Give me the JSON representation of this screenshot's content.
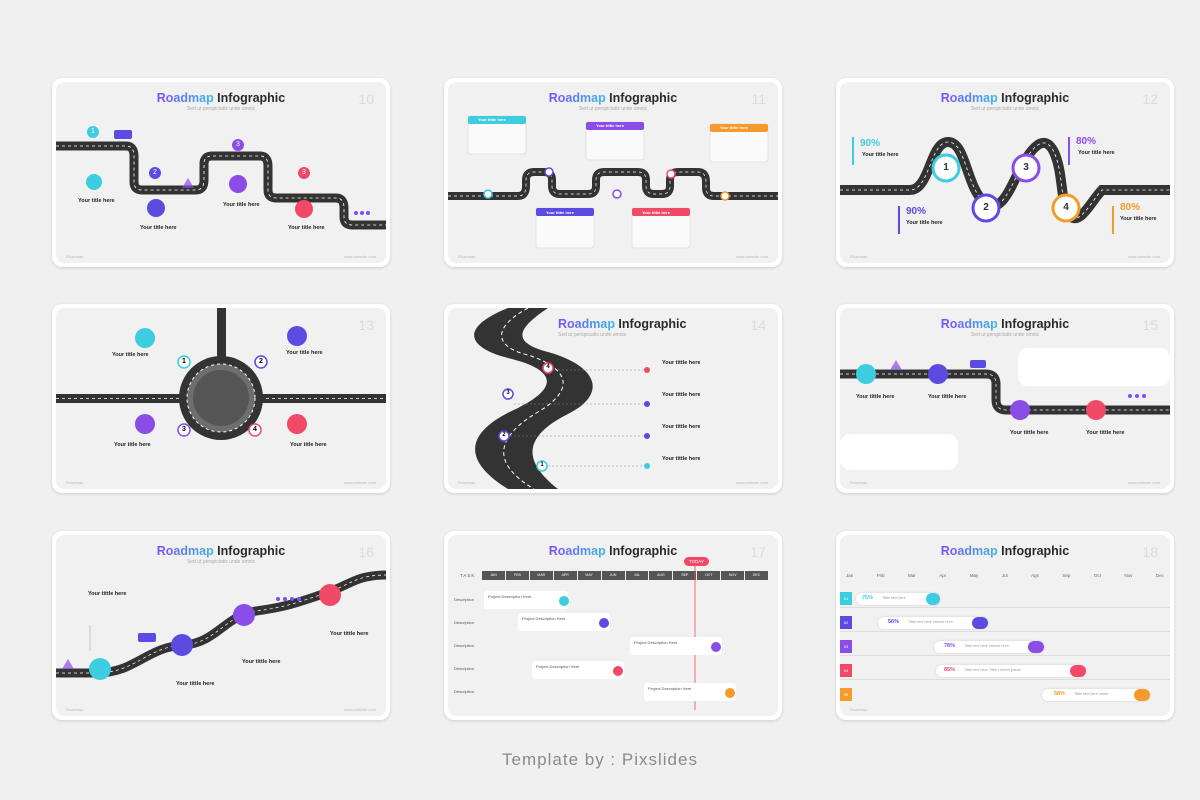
{
  "footer": "Template by : Pixslides",
  "common": {
    "title_a": "Roadmap",
    "title_b": " Infographic",
    "subtitle": "Sed ut perspiciatis unde omnis",
    "item_title": "Your title here",
    "item_title_alt": "Your tittle here",
    "foot_left": "Roadmap",
    "foot_right": "www.website.com"
  },
  "slides": [
    {
      "num": "10",
      "markers": [
        "1",
        "2",
        "3",
        "3"
      ]
    },
    {
      "num": "11",
      "box_title": "Your tittle here"
    },
    {
      "num": "12",
      "markers": [
        "1",
        "2",
        "3",
        "4"
      ],
      "percents": [
        "90%",
        "80%",
        "90%",
        "80%"
      ]
    },
    {
      "num": "13",
      "markers": [
        "1",
        "2",
        "3",
        "4"
      ]
    },
    {
      "num": "14",
      "markers": [
        "1",
        "2",
        "3",
        "4"
      ]
    },
    {
      "num": "15"
    },
    {
      "num": "16"
    },
    {
      "num": "17",
      "task_label": "TASK",
      "today": "TODAY",
      "months": [
        "JAN",
        "FEB",
        "MAR",
        "APR",
        "MAY",
        "JUN",
        "JUL",
        "AUG",
        "SEP",
        "OCT",
        "NOV",
        "DEC"
      ],
      "row_label": "Description",
      "card_label": "Project Description Here"
    },
    {
      "num": "18",
      "months": [
        "Jan",
        "Feb",
        "Mar",
        "Apr",
        "May",
        "Jul",
        "Ags",
        "Sep",
        "Oct",
        "Nov",
        "Dec"
      ],
      "rows": [
        {
          "idx": "01",
          "pct": "75%",
          "text": "Tittle text here",
          "color": "#3ccde0"
        },
        {
          "idx": "02",
          "pct": "56%",
          "text": "Tittle text here lorems num",
          "color": "#5b4be0"
        },
        {
          "idx": "03",
          "pct": "78%",
          "text": "Tittle text here lorems num",
          "color": "#8a4de8"
        },
        {
          "idx": "04",
          "pct": "85%",
          "text": "Tittle text here Tittle t    lorem ipsum",
          "color": "#f04a68"
        },
        {
          "idx": "05",
          "pct": "58%",
          "text": "Tittle text here lorem",
          "color": "#f59a2b"
        }
      ]
    }
  ]
}
